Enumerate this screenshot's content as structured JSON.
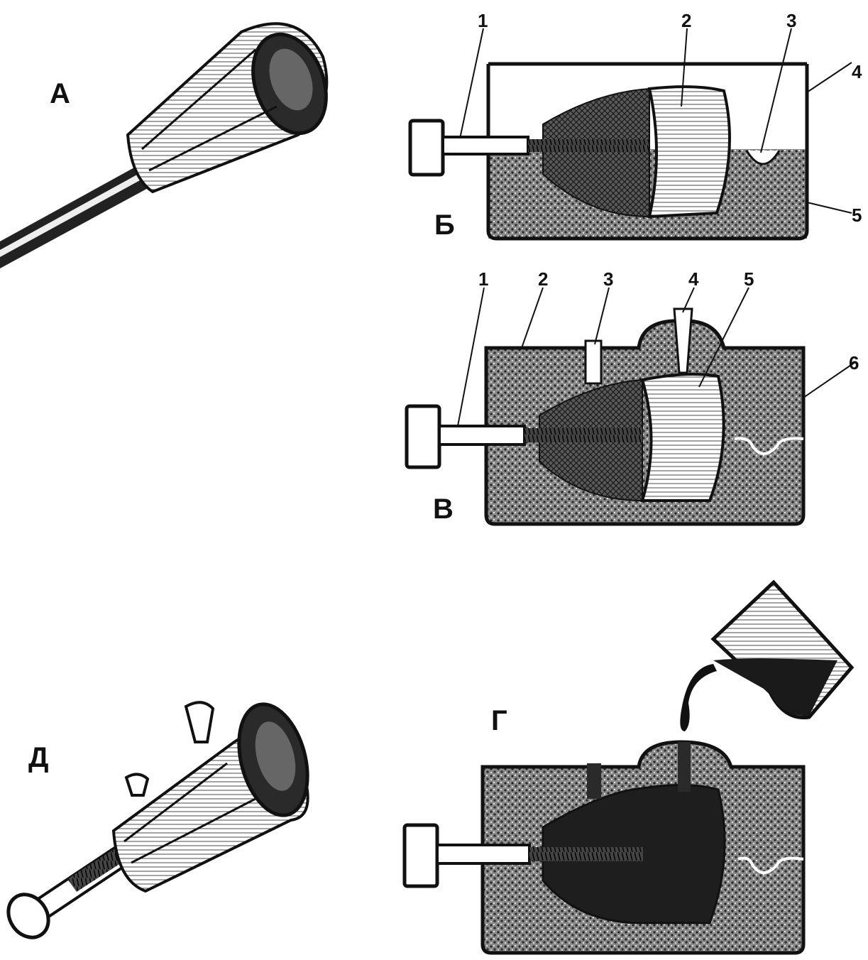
{
  "panels": {
    "a": {
      "label": "А"
    },
    "b": {
      "label": "Б",
      "callouts": [
        "1",
        "2",
        "3",
        "4",
        "5"
      ]
    },
    "v": {
      "label": "В",
      "callouts": [
        "1",
        "2",
        "3",
        "4",
        "5",
        "6"
      ]
    },
    "g": {
      "label": "Г"
    },
    "d": {
      "label": "Д"
    }
  },
  "colors": {
    "ink": "#111111",
    "paper": "#ffffff",
    "sand": "#6a6a6a",
    "metal": "#d8d8d8"
  }
}
